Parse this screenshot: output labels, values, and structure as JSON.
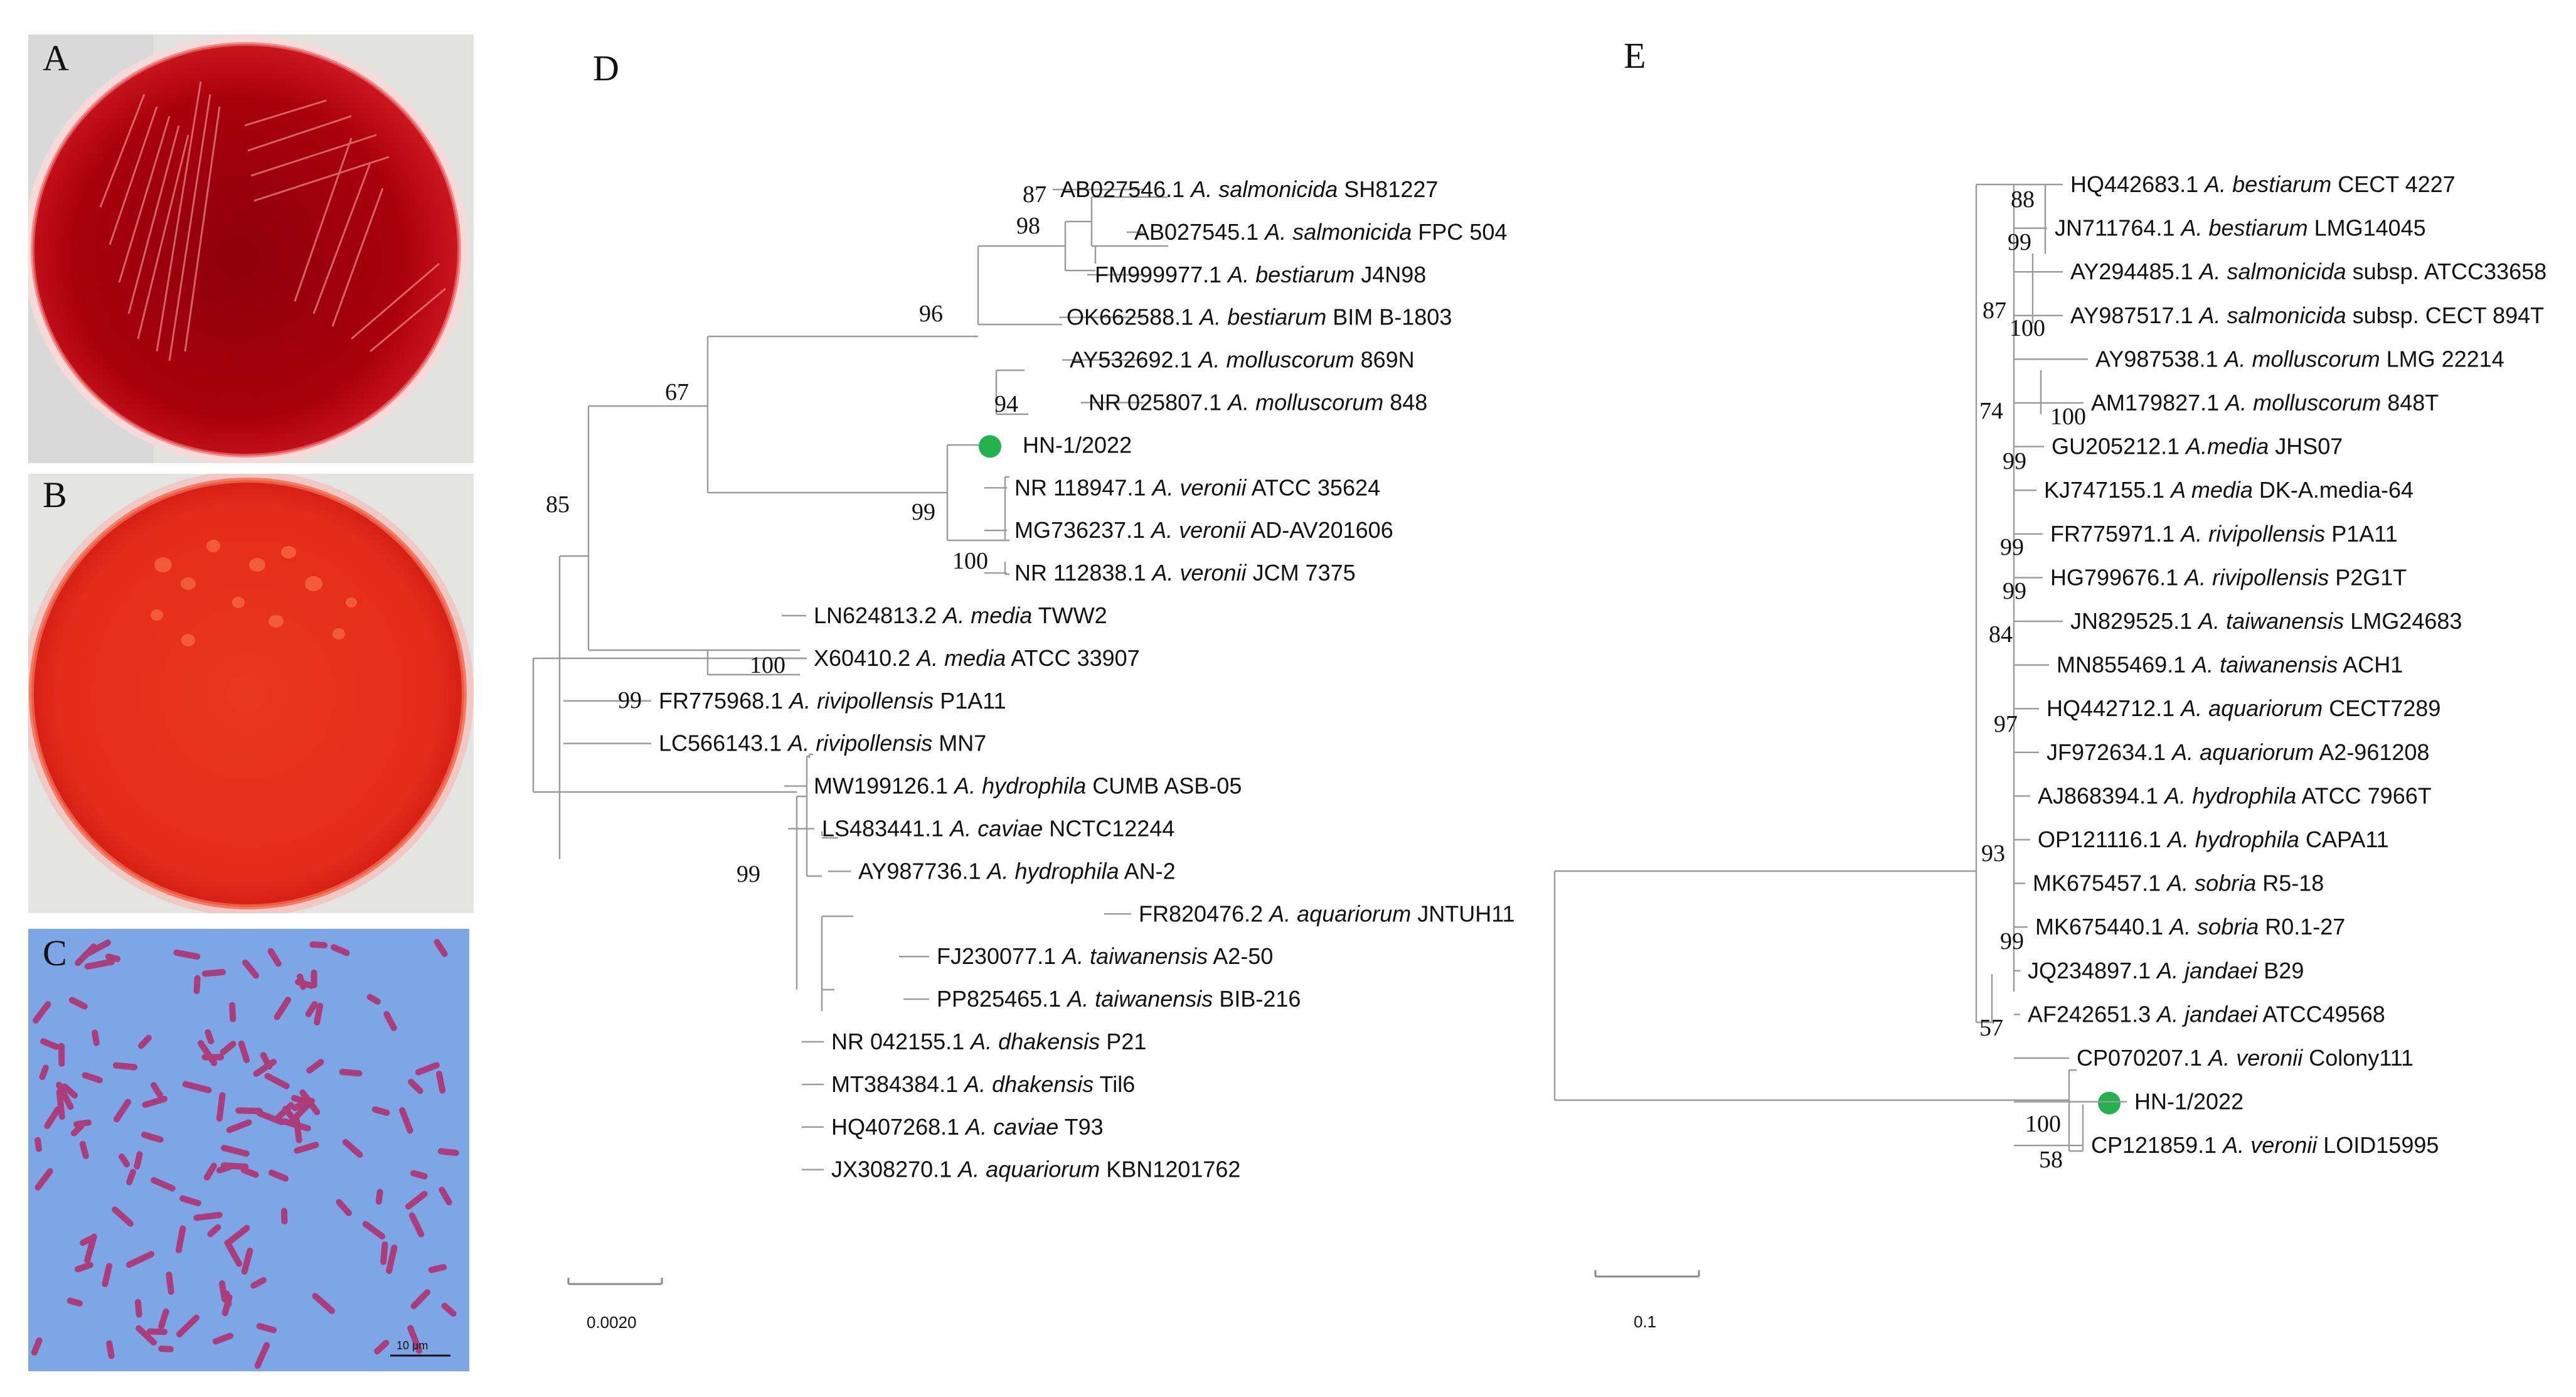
{
  "panels": {
    "A": "A",
    "B": "B",
    "C": "C",
    "D": "D",
    "E": "E"
  },
  "micro_scale": "10 μm",
  "tree_d": {
    "scale_label": "0.0020",
    "tips": [
      {
        "acc": "AB027546.1 ",
        "sp": "A. salmonicida",
        "st": " SH81227"
      },
      {
        "acc": "AB027545.1 ",
        "sp": "A. salmonicida",
        "st": " FPC 504"
      },
      {
        "acc": "FM999977.1 ",
        "sp": "A. bestiarum",
        "st": " J4N98"
      },
      {
        "acc": "OK662588.1 ",
        "sp": "A. bestiarum",
        "st": " BIM B-1803"
      },
      {
        "acc": "AY532692.1 ",
        "sp": "A. molluscorum",
        "st": " 869N"
      },
      {
        "acc": "NR 025807.1 ",
        "sp": "A. molluscorum",
        "st": " 848"
      },
      {
        "acc": "HN-1/2022",
        "sp": "",
        "st": ""
      },
      {
        "acc": "NR 118947.1 ",
        "sp": "A. veronii",
        "st": " ATCC 35624"
      },
      {
        "acc": "MG736237.1 ",
        "sp": "A. veronii",
        "st": " AD-AV201606"
      },
      {
        "acc": "NR 112838.1 ",
        "sp": "A. veronii",
        "st": " JCM 7375"
      },
      {
        "acc": "LN624813.2 ",
        "sp": "A. media",
        "st": " TWW2"
      },
      {
        "acc": "X60410.2 ",
        "sp": "A. media",
        "st": " ATCC 33907"
      },
      {
        "acc": "FR775968.1 ",
        "sp": "A. rivipollensis",
        "st": " P1A11"
      },
      {
        "acc": "LC566143.1 ",
        "sp": "A. rivipollensis",
        "st": " MN7"
      },
      {
        "acc": "MW199126.1 ",
        "sp": "A. hydrophila",
        "st": " CUMB ASB-05"
      },
      {
        "acc": "LS483441.1 ",
        "sp": "A. caviae",
        "st": " NCTC12244"
      },
      {
        "acc": "AY987736.1 ",
        "sp": "A. hydrophila",
        "st": " AN-2"
      },
      {
        "acc": "FR820476.2 ",
        "sp": "A. aquariorum",
        "st": " JNTUH11"
      },
      {
        "acc": "FJ230077.1 ",
        "sp": "A. taiwanensis",
        "st": " A2-50"
      },
      {
        "acc": "PP825465.1 ",
        "sp": "A. taiwanensis",
        "st": " BIB-216"
      },
      {
        "acc": "NR 042155.1 ",
        "sp": "A. dhakensis",
        "st": " P21"
      },
      {
        "acc": "MT384384.1 ",
        "sp": "A. dhakensis",
        "st": " Til6"
      },
      {
        "acc": "HQ407268.1 ",
        "sp": "A. caviae",
        "st": " T93"
      },
      {
        "acc": "JX308270.1 ",
        "sp": "A. aquariorum",
        "st": " KBN1201762"
      }
    ],
    "bootstraps": [
      "87",
      "98",
      "96",
      "94",
      "67",
      "99",
      "100",
      "85",
      "100",
      "99",
      "99"
    ]
  },
  "tree_e": {
    "scale_label": "0.1",
    "tips": [
      {
        "acc": "HQ442683.1 ",
        "sp": "A. bestiarum",
        "st": " CECT 4227"
      },
      {
        "acc": "JN711764.1 ",
        "sp": "A. bestiarum",
        "st": " LMG14045"
      },
      {
        "acc": "AY294485.1 ",
        "sp": "A. salmonicida",
        "st": " subsp. ATCC33658"
      },
      {
        "acc": "AY987517.1 ",
        "sp": "A. salmonicida",
        "st": " subsp. CECT 894T"
      },
      {
        "acc": "AY987538.1 ",
        "sp": "A. molluscorum",
        "st": " LMG 22214"
      },
      {
        "acc": "AM179827.1 ",
        "sp": "A. molluscorum",
        "st": " 848T"
      },
      {
        "acc": "GU205212.1 ",
        "sp": "A.media",
        "st": " JHS07"
      },
      {
        "acc": "KJ747155.1 ",
        "sp": "A media",
        "st": " DK-A.media-64"
      },
      {
        "acc": "FR775971.1 ",
        "sp": "A. rivipollensis",
        "st": " P1A11"
      },
      {
        "acc": "HG799676.1 ",
        "sp": "A. rivipollensis",
        "st": " P2G1T"
      },
      {
        "acc": "JN829525.1 ",
        "sp": "A. taiwanensis",
        "st": " LMG24683"
      },
      {
        "acc": "MN855469.1 ",
        "sp": "A. taiwanensis",
        "st": " ACH1"
      },
      {
        "acc": "HQ442712.1 ",
        "sp": "A. aquariorum",
        "st": " CECT7289"
      },
      {
        "acc": "JF972634.1 ",
        "sp": "A. aquariorum",
        "st": " A2-961208"
      },
      {
        "acc": "AJ868394.1 ",
        "sp": "A. hydrophila",
        "st": " ATCC 7966T"
      },
      {
        "acc": "OP121116.1 ",
        "sp": "A. hydrophila",
        "st": " CAPA11"
      },
      {
        "acc": "MK675457.1 ",
        "sp": "A. sobria",
        "st": " R5-18"
      },
      {
        "acc": "MK675440.1 ",
        "sp": "A. sobria",
        "st": " R0.1-27"
      },
      {
        "acc": "JQ234897.1 ",
        "sp": "A. jandaei",
        "st": " B29"
      },
      {
        "acc": "AF242651.3 ",
        "sp": "A. jandaei",
        "st": " ATCC49568"
      },
      {
        "acc": "CP070207.1 ",
        "sp": "A. veronii",
        "st": " Colony111"
      },
      {
        "acc": "HN-1/2022",
        "sp": "",
        "st": ""
      },
      {
        "acc": "CP121859.1 ",
        "sp": "A. veronii",
        "st": " LOID15995"
      }
    ],
    "bootstraps": [
      "88",
      "99",
      "87",
      "100",
      "74",
      "100",
      "99",
      "99",
      "99",
      "84",
      "97",
      "93",
      "99",
      "57",
      "100",
      "58"
    ]
  },
  "colors": {
    "highlight": "#22b14c",
    "branch": "#9a9a9a",
    "plate_red": "#b00010",
    "gram_bg": "#7da6e6",
    "rod": "#b0336f"
  }
}
